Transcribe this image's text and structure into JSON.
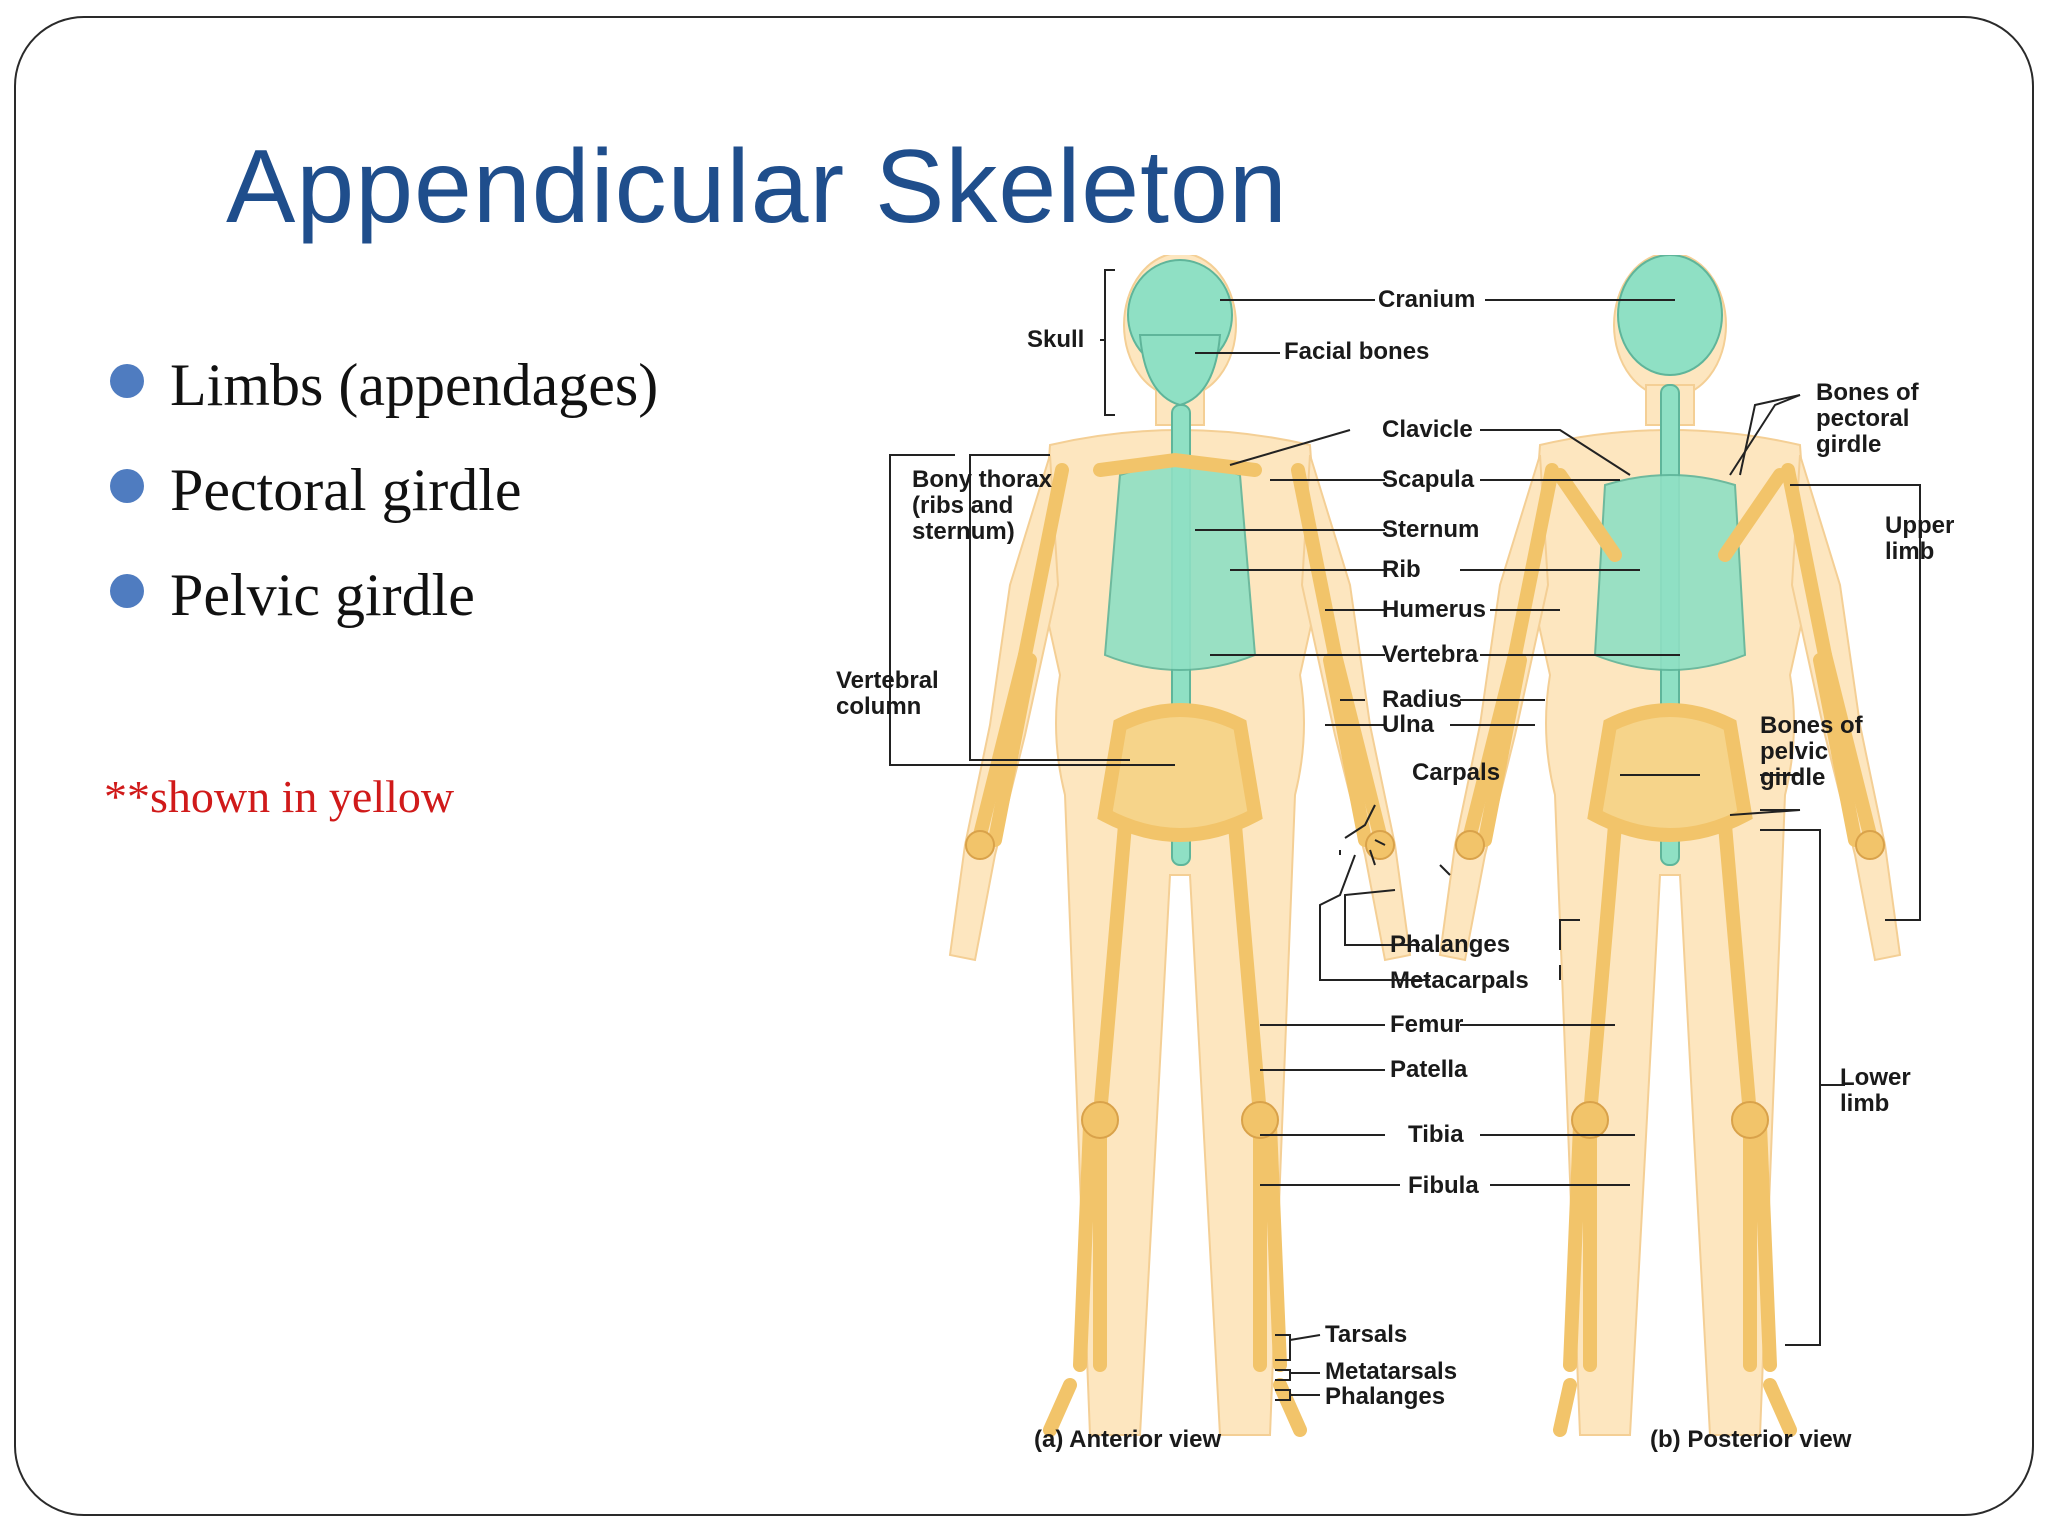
{
  "slide": {
    "title": "Appendicular Skeleton",
    "bullets": [
      "Limbs (appendages)",
      "Pectoral girdle",
      "Pelvic girdle"
    ],
    "note": "**shown in yellow"
  },
  "figure": {
    "labels": {
      "skull": "Skull",
      "cranium": "Cranium",
      "facial_bones": "Facial bones",
      "clavicle": "Clavicle",
      "scapula": "Scapula",
      "sternum": "Sternum",
      "rib": "Rib",
      "humerus": "Humerus",
      "vertebra": "Vertebra",
      "radius": "Radius",
      "ulna": "Ulna",
      "carpals": "Carpals",
      "phalanges_hand": "Phalanges",
      "metacarpals": "Metacarpals",
      "femur": "Femur",
      "patella": "Patella",
      "tibia": "Tibia",
      "fibula": "Fibula",
      "tarsals": "Tarsals",
      "metatarsals": "Metatarsals",
      "phalanges_foot": "Phalanges",
      "bony_thorax": "Bony thorax (ribs and sternum)",
      "vertebral_column": "Vertebral column",
      "bones_pectoral_girdle": "Bones of pectoral girdle",
      "upper_limb": "Upper limb",
      "bones_pelvic_girdle": "Bones of pelvic girdle",
      "lower_limb": "Lower limb"
    },
    "captions": {
      "anterior": "(a) Anterior view",
      "posterior": "(b) Posterior view"
    },
    "colors": {
      "appendicular_bone": "#f2c46a",
      "axial_bone": "#8fe0c4",
      "body_silhouette": "#fde6bf",
      "title": "#1f4e8c",
      "note": "#d01a1a",
      "bullet": "#4f7cc0"
    }
  }
}
